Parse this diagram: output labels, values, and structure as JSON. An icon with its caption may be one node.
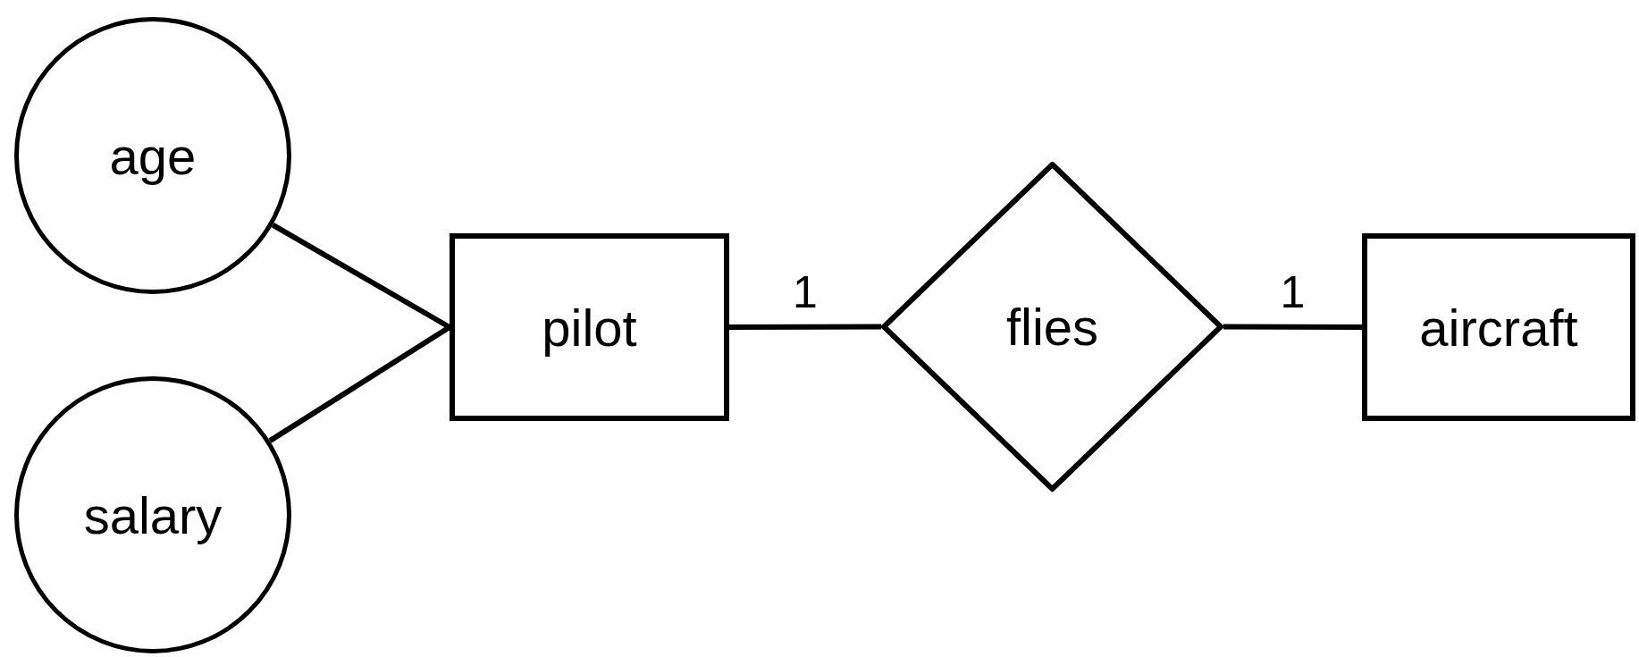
{
  "diagram": {
    "nodes": [
      {
        "text": [
          "age"
        ]
      },
      {
        "text": [
          "salary"
        ]
      },
      {
        "text": [
          "pilot"
        ]
      },
      {
        "text": [
          "flies"
        ]
      },
      {
        "text": [
          "aircraft"
        ]
      }
    ],
    "edges": [
      {
        "from": 0,
        "to": 2,
        "arrow": "none"
      },
      {
        "from": 1,
        "to": 2,
        "arrow": "none"
      },
      {
        "from": 2,
        "to": 3,
        "arrow": "none",
        "label": "1"
      },
      {
        "from": 3,
        "to": 4,
        "arrow": "none",
        "label": "1"
      }
    ]
  }
}
